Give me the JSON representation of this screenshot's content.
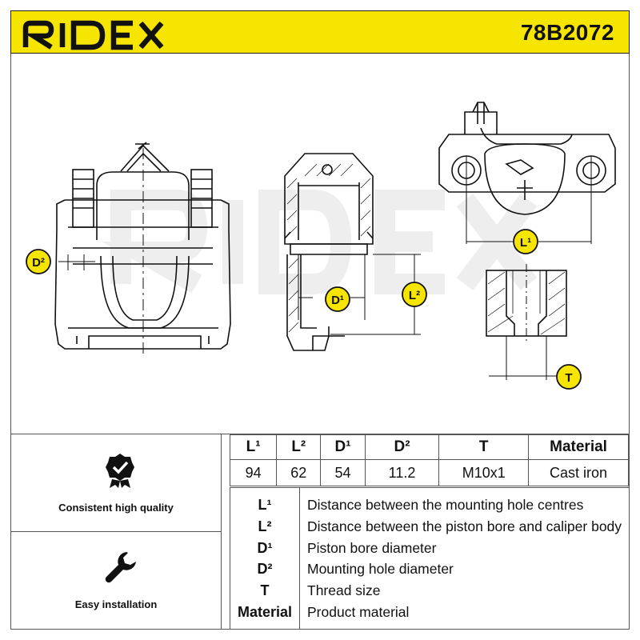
{
  "header": {
    "brand": "RIDEX",
    "part_number": "78B2072",
    "accent_color": "#f6e500"
  },
  "diagram": {
    "watermark": "RIDEX",
    "markers": {
      "d2": "D²",
      "d1": "D¹",
      "l2": "L²",
      "l1": "L¹",
      "t": "T"
    }
  },
  "badges": [
    {
      "icon": "quality-check-badge-icon",
      "label": "Consistent high quality"
    },
    {
      "icon": "wrench-icon",
      "label": "Easy installation"
    }
  ],
  "specs": {
    "headers": [
      "L¹",
      "L²",
      "D¹",
      "D²",
      "T",
      "Material"
    ],
    "values": [
      "94",
      "62",
      "54",
      "11.2",
      "M10x1",
      "Cast iron"
    ]
  },
  "legend": [
    {
      "code": "L¹",
      "desc": "Distance between the mounting hole centres"
    },
    {
      "code": "L²",
      "desc": "Distance between the piston bore and caliper body"
    },
    {
      "code": "D¹",
      "desc": "Piston bore diameter"
    },
    {
      "code": "D²",
      "desc": "Mounting hole diameter"
    },
    {
      "code": "T",
      "desc": "Thread size"
    },
    {
      "code": "Material",
      "desc": "Product material"
    }
  ]
}
